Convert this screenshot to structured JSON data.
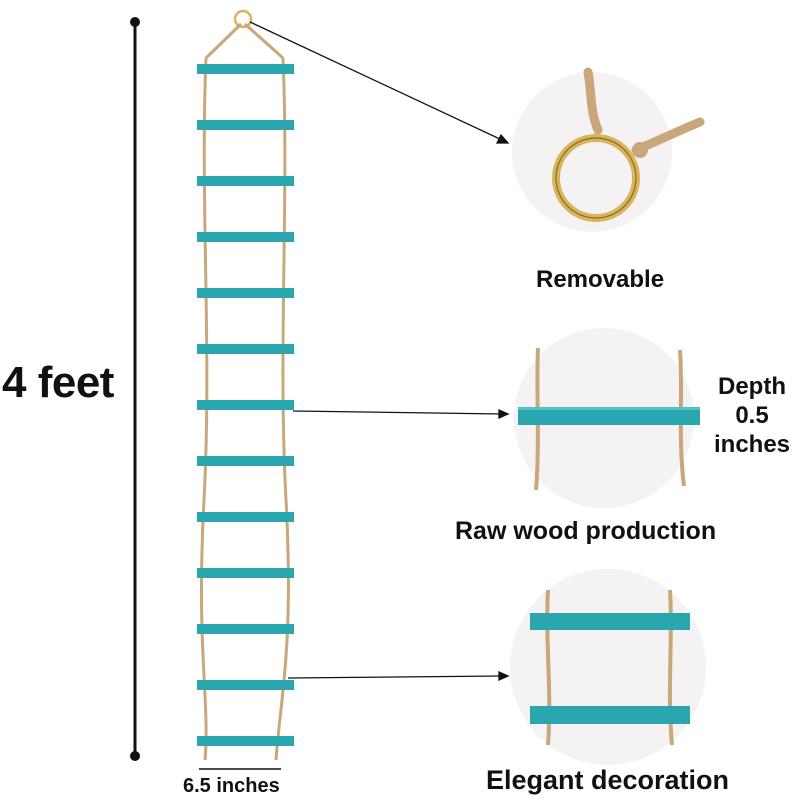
{
  "measurements": {
    "height": "4 feet",
    "width": "6.5 inches",
    "depth_lines": [
      "Depth",
      "0.5",
      "inches"
    ]
  },
  "features": [
    {
      "caption": "Removable",
      "detail": "ring-icon"
    },
    {
      "caption": "Raw wood production",
      "detail": "rung-closeup"
    },
    {
      "caption": "Elegant decoration",
      "detail": "rungs-closeup"
    }
  ],
  "ladder": {
    "rung_count": 13
  },
  "colors": {
    "rung": "#2aa7ae",
    "rope": "#c9a77a",
    "ring": "#d8b45a",
    "circle_bg": "#f4f2f2",
    "line": "#111111"
  }
}
